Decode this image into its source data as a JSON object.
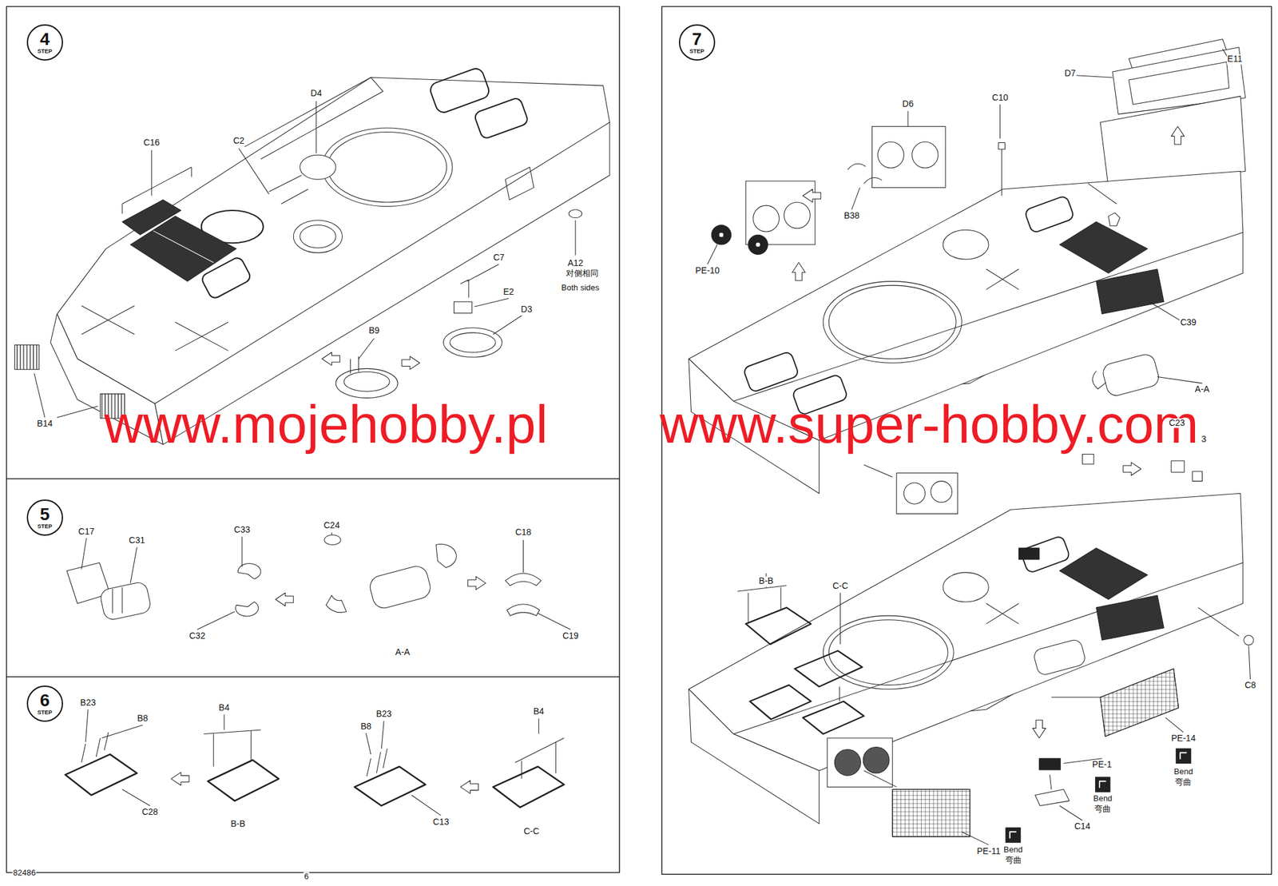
{
  "diagram": {
    "nodes": [
      {
        "text": [
          "4",
          "STEP"
        ]
      },
      {
        "text": [
          "5",
          "STEP"
        ]
      },
      {
        "text": [
          "6",
          "STEP"
        ]
      },
      {
        "text": [
          "7",
          "STEP"
        ]
      }
    ],
    "labels": [
      "D4",
      "C16",
      "C2",
      "A12",
      "对侧相同",
      "Both sides",
      "C7",
      "E2",
      "D3",
      "B9",
      "B14",
      "www.mojehobby.pl",
      "www.super-hobby.com",
      "C17",
      "C31",
      "C33",
      "C24",
      "C18",
      "C32",
      "A-A",
      "C19",
      "B23",
      "B8",
      "B4",
      "B8",
      "B23",
      "B4",
      "C28",
      "B-B",
      "C13",
      "C-C",
      "E11",
      "D7",
      "C10",
      "D6",
      "B38",
      "PE-10",
      "C39",
      "A-A",
      "C23",
      "3",
      "B-B",
      "C-C",
      "C8",
      "PE-14",
      "Bend",
      "弯曲",
      "PE-1",
      "Bend",
      "弯曲",
      "C14",
      "PE-11",
      "Bend",
      "弯曲",
      "82486",
      "6"
    ]
  }
}
